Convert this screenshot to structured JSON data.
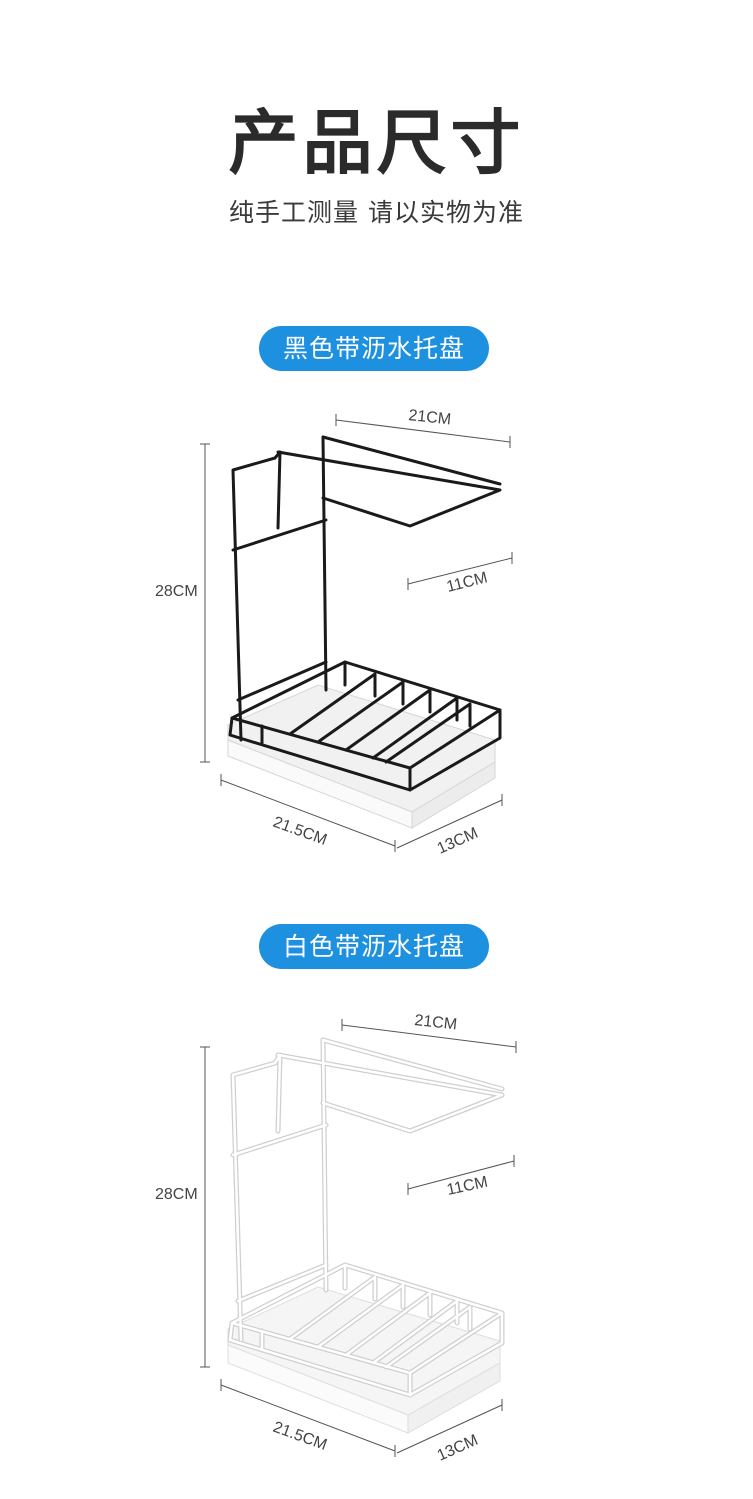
{
  "header": {
    "title": "产品尺寸",
    "subtitle": "纯手工测量 请以实物为准"
  },
  "colors": {
    "accent": "#1e90e0",
    "black_rack": "#1a1a1a",
    "white_rack": "#d8d8d8",
    "tray_fill": "#f3f3f3"
  },
  "products": [
    {
      "label": "黑色带沥水托盘",
      "rack_color": "black",
      "dimensions": {
        "width_top": "21CM",
        "depth_top": "11CM",
        "height": "28CM",
        "width_base": "21.5CM",
        "depth_base": "13CM"
      }
    },
    {
      "label": "白色带沥水托盘",
      "rack_color": "white",
      "dimensions": {
        "width_top": "21CM",
        "depth_top": "11CM",
        "height": "28CM",
        "width_base": "21.5CM",
        "depth_base": "13CM"
      }
    }
  ]
}
